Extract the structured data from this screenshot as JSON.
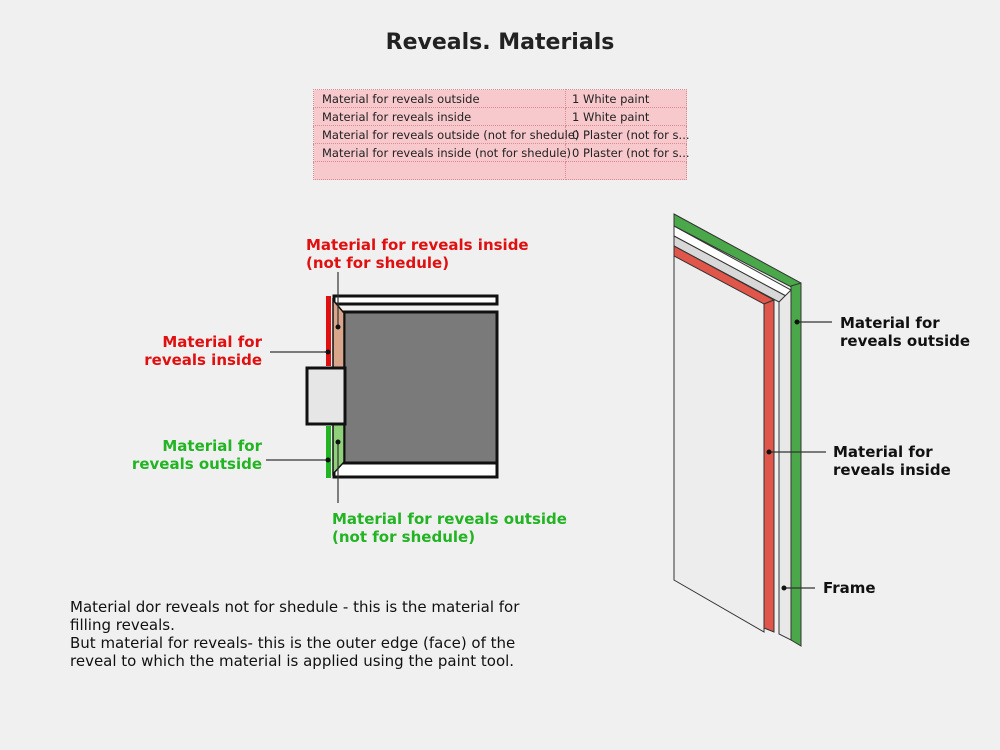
{
  "title": "Reveals. Materials",
  "properties": [
    {
      "name": "Material for reveals outside",
      "value": "1 White paint"
    },
    {
      "name": "Material for reveals inside",
      "value": "1 White paint"
    },
    {
      "name": "Material for reveals outside (not for shedule)",
      "value": "0 Plaster (not for s..."
    },
    {
      "name": "Material for reveals inside (not for shedule)",
      "value": "0 Plaster (not for s..."
    }
  ],
  "section_labels": {
    "inside_not_sched_1": "Material for reveals inside",
    "inside_not_sched_2": "(not for shedule)",
    "inside_1": "Material for",
    "inside_2": "reveals inside",
    "outside_1": "Material for",
    "outside_2": "reveals outside",
    "outside_not_sched_1": "Material for reveals outside",
    "outside_not_sched_2": "(not for shedule)"
  },
  "iso_labels": {
    "outside_1": "Material for",
    "outside_2": "reveals outside",
    "inside_1": "Material for",
    "inside_2": "reveals inside",
    "frame": "Frame"
  },
  "note": {
    "line1": "Material dor reveals not for shedule - this is the material for",
    "line2": "filling reveals.",
    "line3": "But material for reveals- this is the outer edge (face) of the",
    "line4": "reveal to which the material is applied using the paint tool."
  },
  "colors": {
    "inside_material": "#e01010",
    "outside_material": "#22b422",
    "wall": "#7a7a7a",
    "plaster_inside": "#d9a68c",
    "plaster_outside": "#8fd07a"
  }
}
